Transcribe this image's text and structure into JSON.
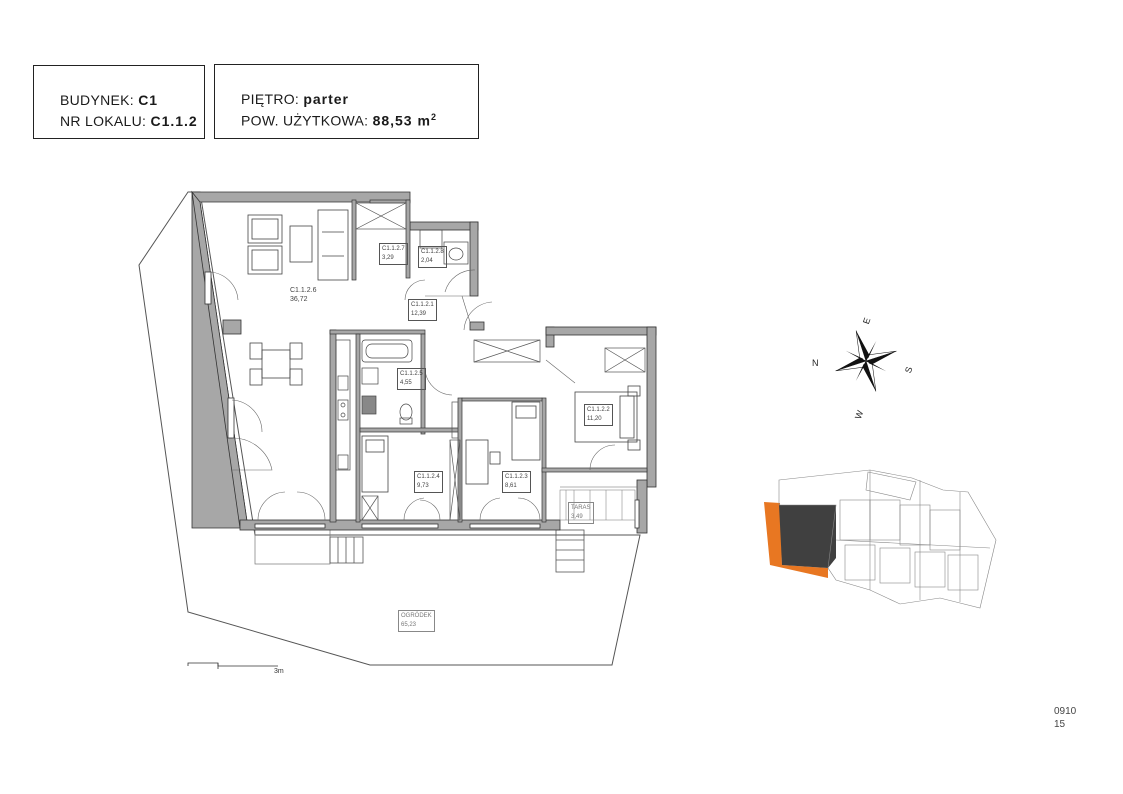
{
  "header": {
    "building_label": "BUDYNEK:",
    "building_value": "C1",
    "unit_label": "NR LOKALU:",
    "unit_value": "C1.1.2",
    "floor_label": "PIĘTRO:",
    "floor_value": "parter",
    "area_label": "POW. UŻYTKOWA:",
    "area_value": "88,53 m",
    "area_unit_sup": "2"
  },
  "rooms": [
    {
      "id": "C1.1.2.6",
      "area": "36,72"
    },
    {
      "id": "C1.1.2.7",
      "area": "3,29"
    },
    {
      "id": "C1.1.2.8",
      "area": "2,04"
    },
    {
      "id": "C1.1.2.1",
      "area": "12,39"
    },
    {
      "id": "C1.1.2.5",
      "area": "4,55"
    },
    {
      "id": "C1.1.2.2",
      "area": "11,20"
    },
    {
      "id": "C1.1.2.4",
      "area": "9,73"
    },
    {
      "id": "C1.1.2.3",
      "area": "8,61"
    },
    {
      "id": "TARAS",
      "area": "3,49"
    },
    {
      "id": "OGRÓDEK",
      "area": "65,23"
    }
  ],
  "scale": {
    "label": "3m"
  },
  "compass": {
    "n": "N",
    "e": "E",
    "s": "S",
    "w": "W"
  },
  "colors": {
    "wall": "#a7a7a7",
    "highlight_unit": "#404040",
    "highlight_garden": "#e87722"
  },
  "footer_codes": {
    "line1": "0910",
    "line2": "15"
  }
}
